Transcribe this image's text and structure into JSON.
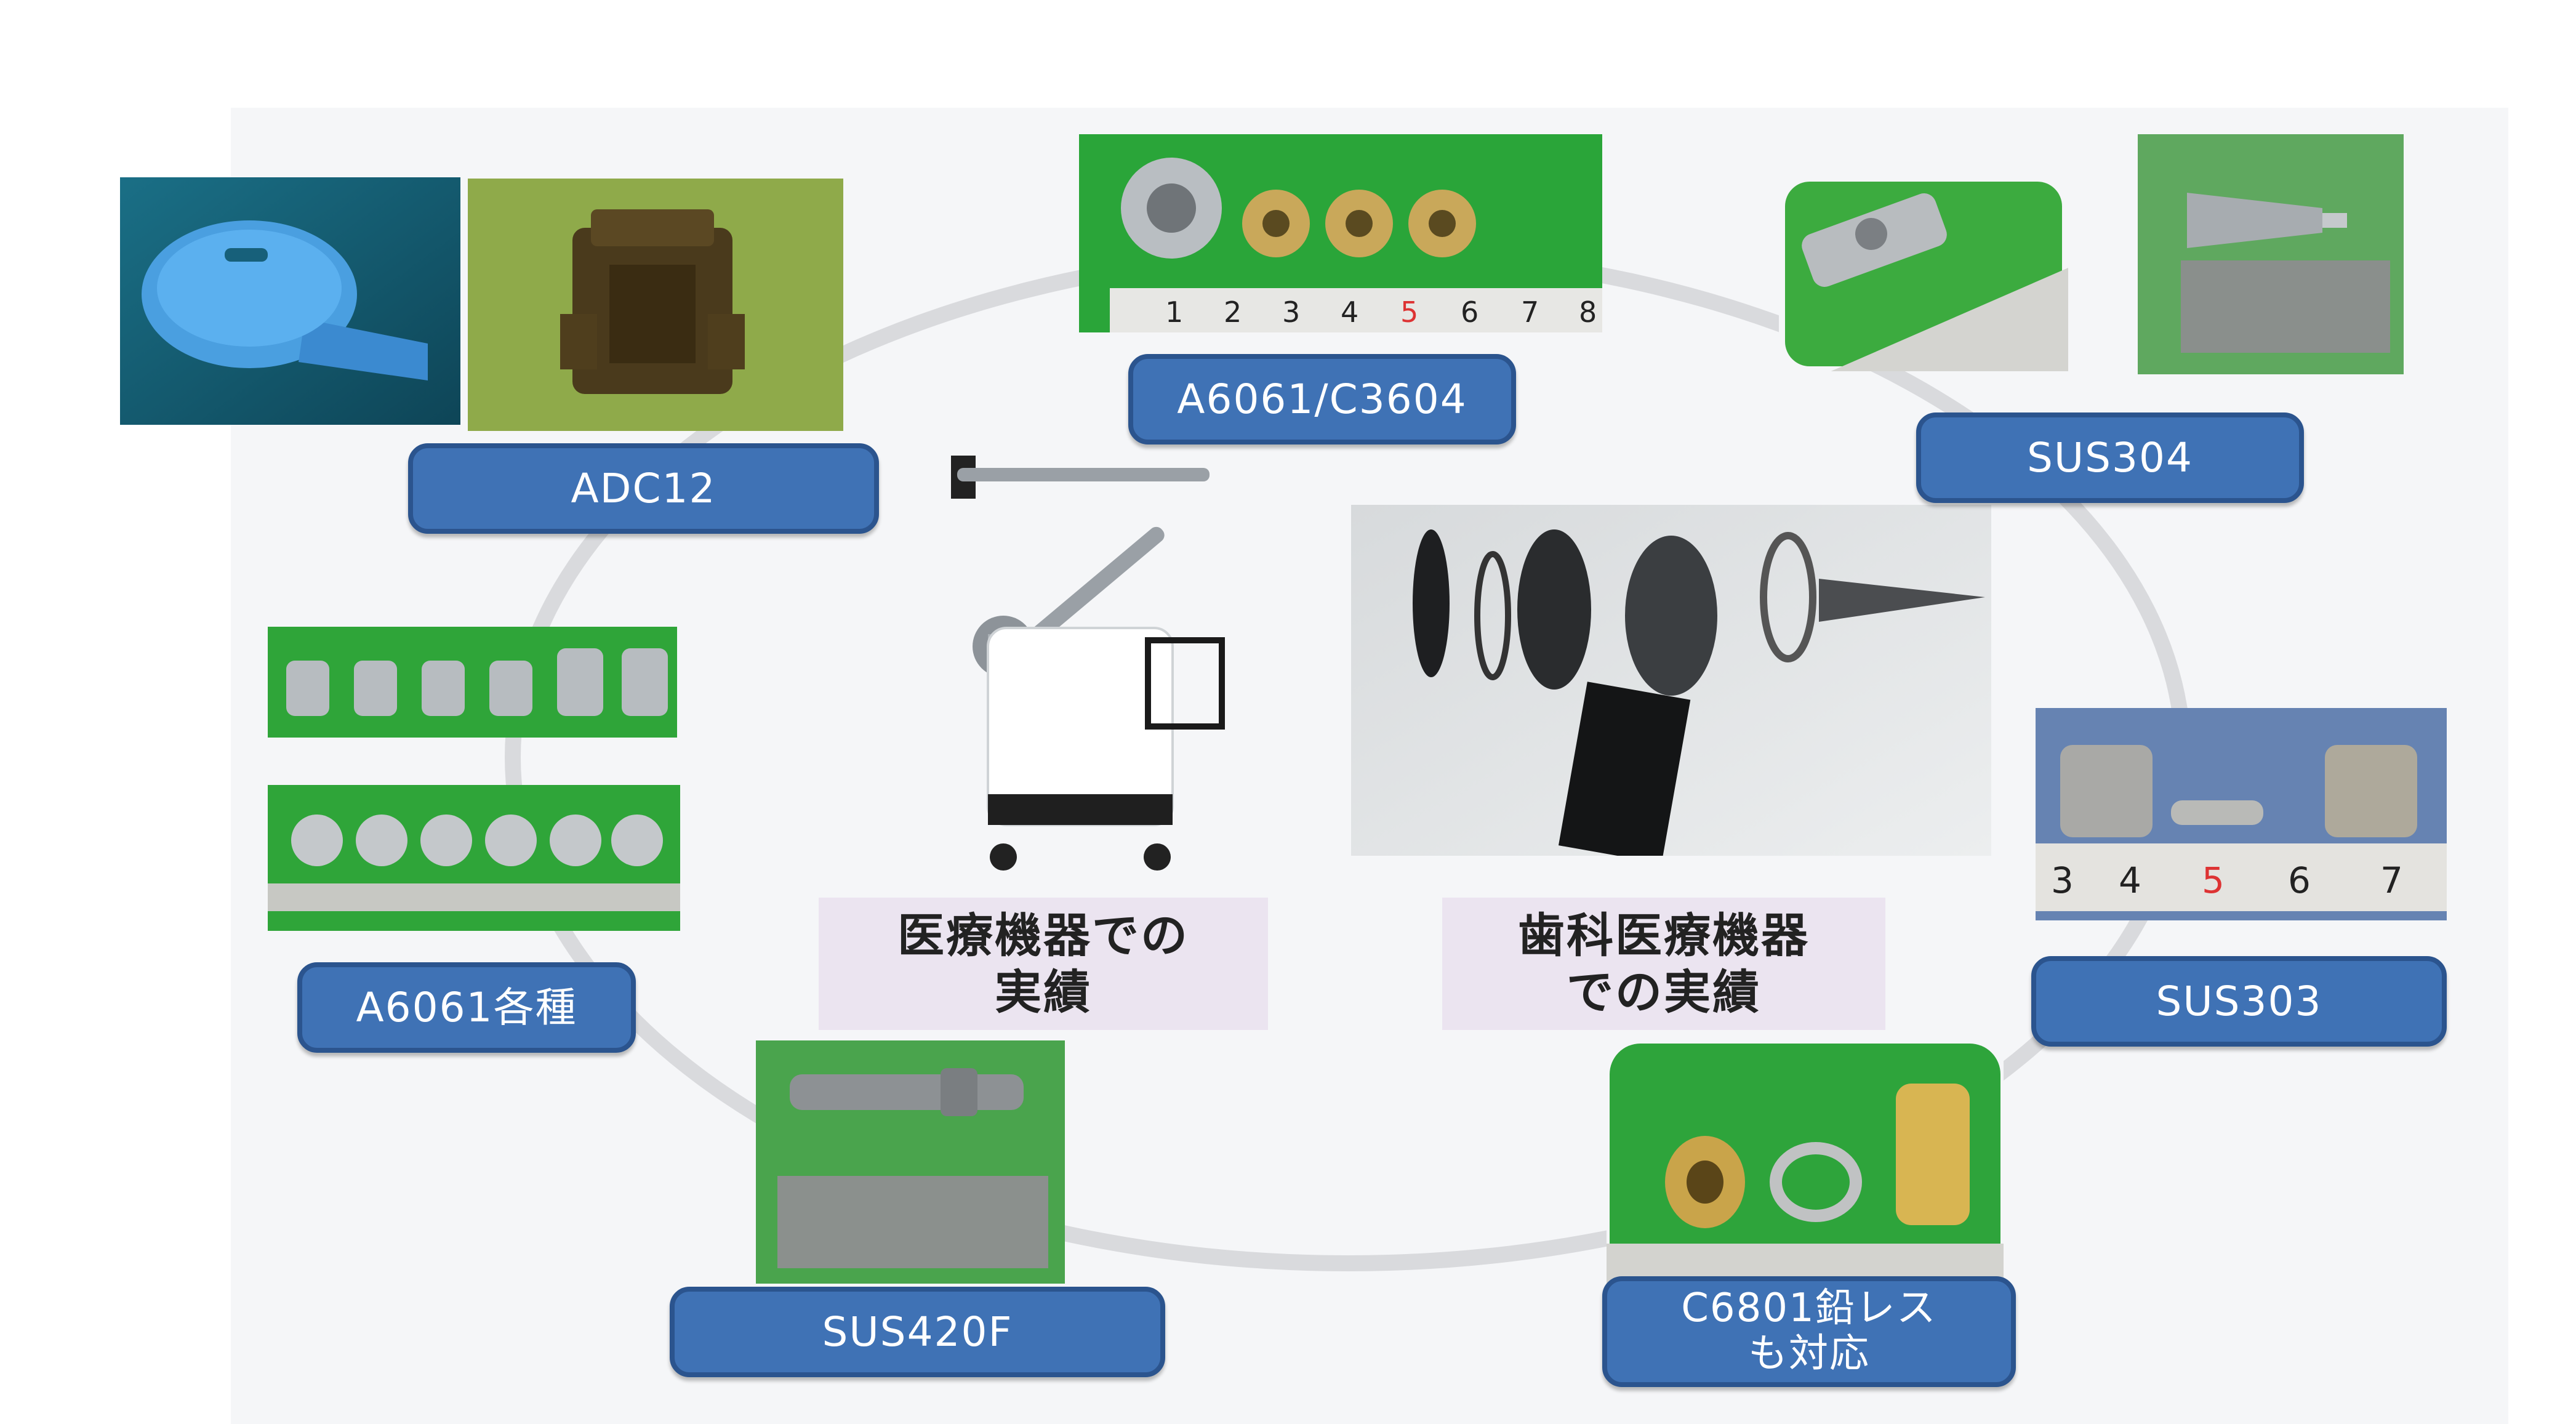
{
  "labels": {
    "adc12": "ADC12",
    "a6061_c3604": "A6061/C3604",
    "sus304": "SUS304",
    "a6061_various": "A6061各種",
    "sus303": "SUS303",
    "sus420f": "SUS420F",
    "c6801": "C6801鉛レス\nも対応"
  },
  "captions": {
    "medical": "医療機器での\n実績",
    "dental": "歯科医療機器\nでの実績"
  },
  "ruler_numbers": {
    "a6061_c3604": [
      "1",
      "2",
      "3",
      "4",
      "5",
      "6",
      "7",
      "8"
    ],
    "sus303": [
      "3",
      "4",
      "5",
      "6",
      "7"
    ]
  },
  "colors": {
    "label_fill": "#3f72b5",
    "label_border": "#2b548e",
    "ring": "#d9dadd",
    "caption_bg": "#ebe4f0",
    "photo_green": "#2fa83a"
  }
}
